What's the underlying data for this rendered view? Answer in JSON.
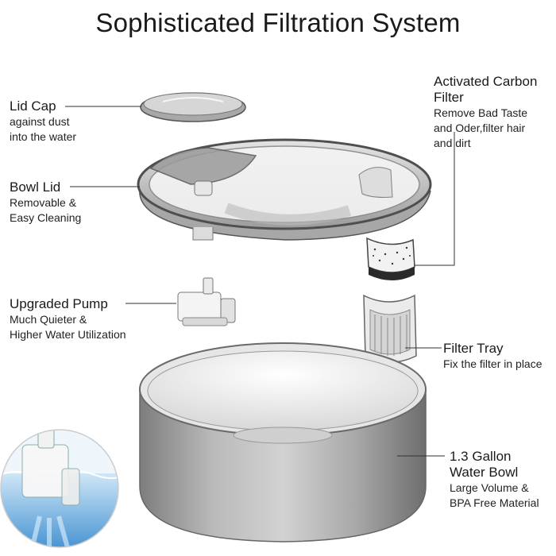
{
  "title": "Sophisticated Filtration System",
  "callouts": {
    "lid_cap": {
      "heading": "Lid Cap",
      "lines": [
        "against dust",
        "into the water"
      ]
    },
    "bowl_lid": {
      "heading": "Bowl Lid",
      "lines": [
        "Removable &",
        "Easy Cleaning"
      ]
    },
    "pump": {
      "heading": "Upgraded Pump",
      "lines": [
        "Much Quieter &",
        "Higher Water Utilization"
      ]
    },
    "carbon_filter": {
      "heading_lines": [
        "Activated Carbon",
        "Filter"
      ],
      "lines": [
        "Remove Bad Taste",
        "and Oder,filter hair",
        "and dirt"
      ]
    },
    "filter_tray": {
      "heading": "Filter Tray",
      "lines": [
        "Fix the filter in place"
      ]
    },
    "water_bowl": {
      "heading_lines": [
        "1.3 Gallon",
        "Water Bowl"
      ],
      "lines": [
        "Large Volume &",
        "BPA Free Material"
      ]
    }
  },
  "colors": {
    "line": "#333333",
    "steel": "#9a9a9a",
    "lid": "#8c8c8c",
    "water": "#5aa0d8"
  }
}
